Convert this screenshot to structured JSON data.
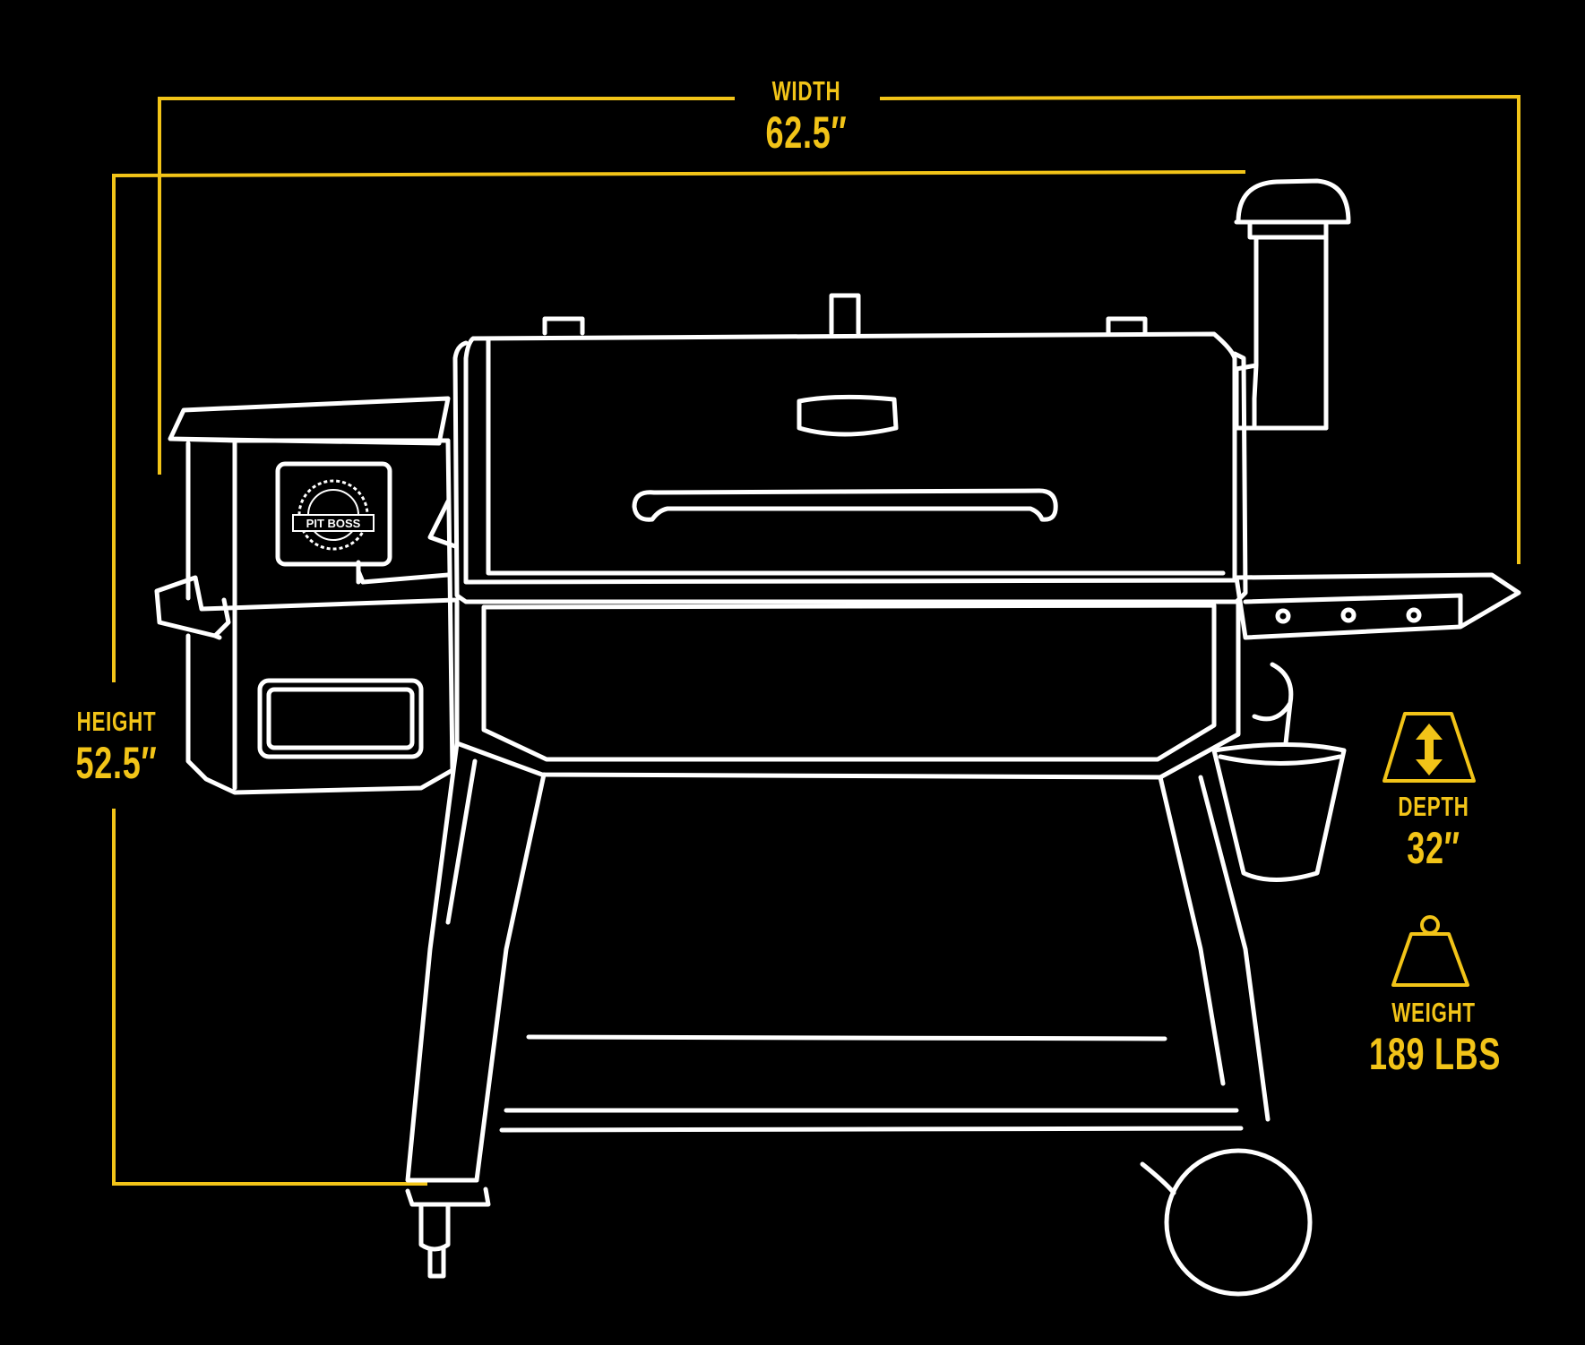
{
  "dimensions": {
    "width": {
      "label": "WIDTH",
      "value": "62.5″"
    },
    "height": {
      "label": "HEIGHT",
      "value": "52.5″"
    },
    "depth": {
      "label": "DEPTH",
      "value": "32″"
    },
    "weight": {
      "label": "WEIGHT",
      "value": "189 LBS"
    }
  },
  "logo": {
    "text": "PIT BOSS"
  },
  "colors": {
    "background": "#000000",
    "accent": "#f2c418",
    "line": "#ffffff"
  }
}
